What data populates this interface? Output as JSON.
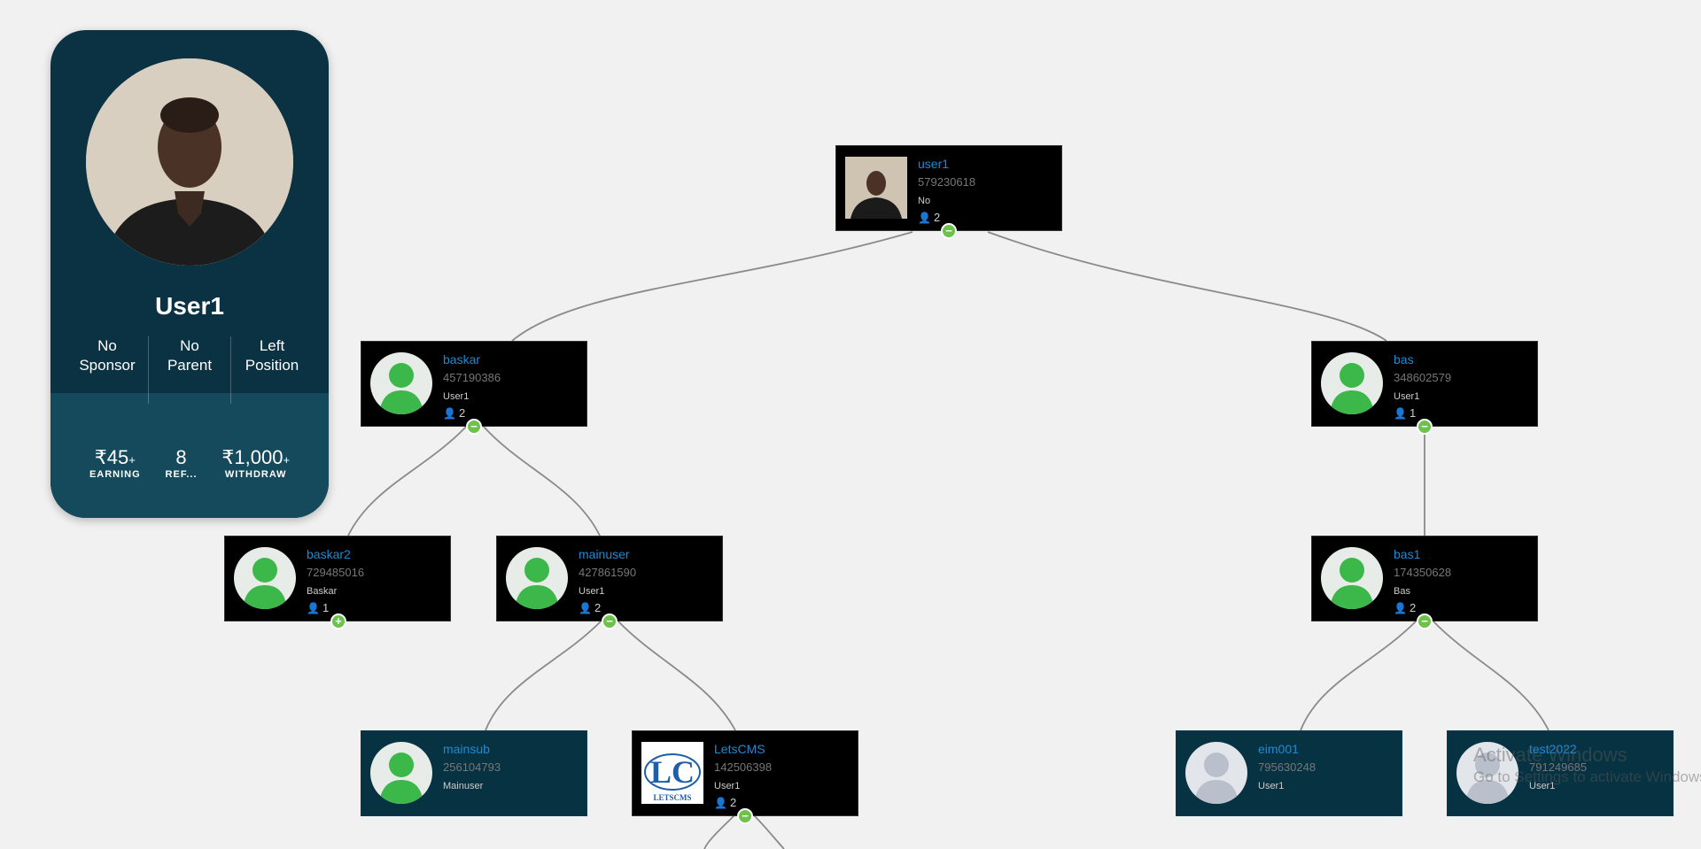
{
  "profile": {
    "name": "User1",
    "stats": [
      {
        "line1": "No",
        "line2": "Sponsor"
      },
      {
        "line1": "No",
        "line2": "Parent"
      },
      {
        "line1": "Left",
        "line2": "Position"
      }
    ],
    "figures": [
      {
        "value": "₹45",
        "suffix": "+",
        "label": "EARNING"
      },
      {
        "value": "8",
        "suffix": "",
        "label": "REF..."
      },
      {
        "value": "₹1,000",
        "suffix": "+",
        "label": "WITHDRAW"
      }
    ]
  },
  "nodes": [
    {
      "name": "user1",
      "id": "579230618",
      "parent": "No",
      "count": "2",
      "avatar": "photo"
    },
    {
      "name": "baskar",
      "id": "457190386",
      "parent": "User1",
      "count": "2",
      "avatar": "green-user"
    },
    {
      "name": "bas",
      "id": "348602579",
      "parent": "User1",
      "count": "1",
      "avatar": "green-user"
    },
    {
      "name": "baskar2",
      "id": "729485016",
      "parent": "Baskar",
      "count": "1",
      "avatar": "green-user"
    },
    {
      "name": "mainuser",
      "id": "427861590",
      "parent": "User1",
      "count": "2",
      "avatar": "green-user"
    },
    {
      "name": "bas1",
      "id": "174350628",
      "parent": "Bas",
      "count": "2",
      "avatar": "green-user"
    },
    {
      "name": "mainsub",
      "id": "256104793",
      "parent": "Mainuser",
      "count": "",
      "avatar": "green-user"
    },
    {
      "name": "LetsCMS",
      "id": "142506398",
      "parent": "User1",
      "count": "2",
      "avatar": "letscms-logo"
    },
    {
      "name": "eim001",
      "id": "795630248",
      "parent": "User1",
      "count": "",
      "avatar": "grey-user"
    },
    {
      "name": "test2022",
      "id": "791249685",
      "parent": "User1",
      "count": "",
      "avatar": "grey-user"
    }
  ],
  "toggles": {
    "collapse": "−",
    "expand": "+"
  },
  "logo_text": {
    "letters": "LC",
    "caption": "LETSCMS"
  },
  "watermark": {
    "title": "Activate Windows",
    "subtitle": "Go to Settings to activate Windows."
  },
  "colors": {
    "accent_green": "#6cc24a",
    "node_name": "#1c8bd6",
    "card_bg": "#0a3242",
    "node_teal": "#073242"
  }
}
